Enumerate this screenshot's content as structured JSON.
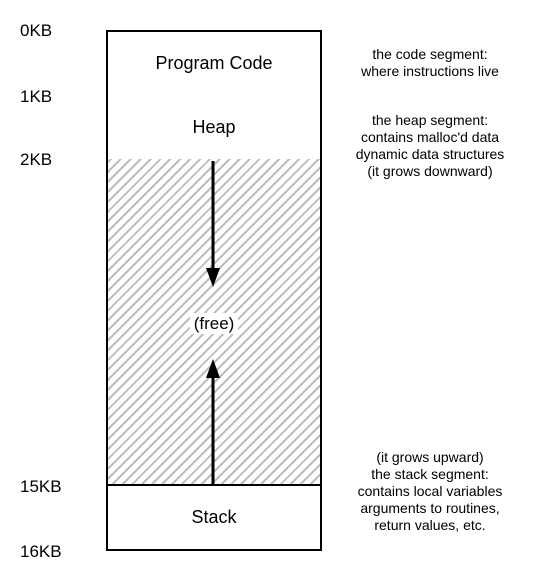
{
  "addresses": {
    "kb0": "0KB",
    "kb1": "1KB",
    "kb2": "2KB",
    "kb15": "15KB",
    "kb16": "16KB"
  },
  "segments": {
    "code": "Program Code",
    "heap": "Heap",
    "free": "(free)",
    "stack": "Stack"
  },
  "notes": {
    "code": [
      "the code segment:",
      "where instructions live"
    ],
    "heap": [
      "the heap segment:",
      "contains malloc'd data",
      "dynamic data structures",
      "(it grows downward)"
    ],
    "stack": [
      "(it grows upward)",
      "the stack segment:",
      "contains local variables",
      "arguments to routines,",
      "return values, etc."
    ]
  },
  "colors": {
    "outline": "#000000",
    "hatch": "#bdbdbd",
    "background": "#ffffff"
  }
}
